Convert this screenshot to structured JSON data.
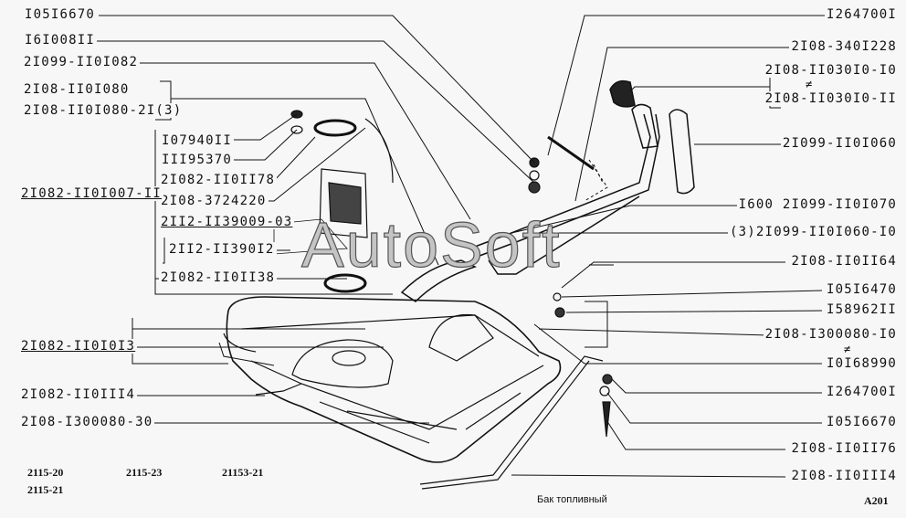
{
  "title": "Бак топливный",
  "sheet_code": "A201",
  "watermark": "AutoSoft",
  "models": [
    "2115-20",
    "2115-21",
    "2115-23",
    "21153-21"
  ],
  "left_labels": [
    "I05I6670",
    "I6I008II",
    "2I099-II0I082",
    "2I08-II0I080",
    "2I08-II0I080-2I(3)",
    "I07940II",
    "III95370",
    "2I082-II0II78",
    "2I08-3724220",
    "2II2-II39009-03",
    "2II2-II390I2",
    "2I082-II0II38",
    "2I082-II0I007-II",
    "2I082-II0I0I3",
    "2I082-II0III4",
    "2I08-I300080-30"
  ],
  "right_labels": [
    "I264700I",
    "2I08-340I228",
    "2I08-II030I0-I0",
    "2I08-II030I0-II",
    "2I099-II0I060",
    "I600 2I099-II0I070",
    "(3)2I099-II0I060-I0",
    "2I08-II0II64",
    "I05I6470",
    "I58962II",
    "2I08-I300080-I0",
    "I0I68990",
    "I264700I",
    "I05I6670",
    "2I08-II0II76",
    "2I08-II0III4"
  ],
  "not_equal_symbol": "≠"
}
